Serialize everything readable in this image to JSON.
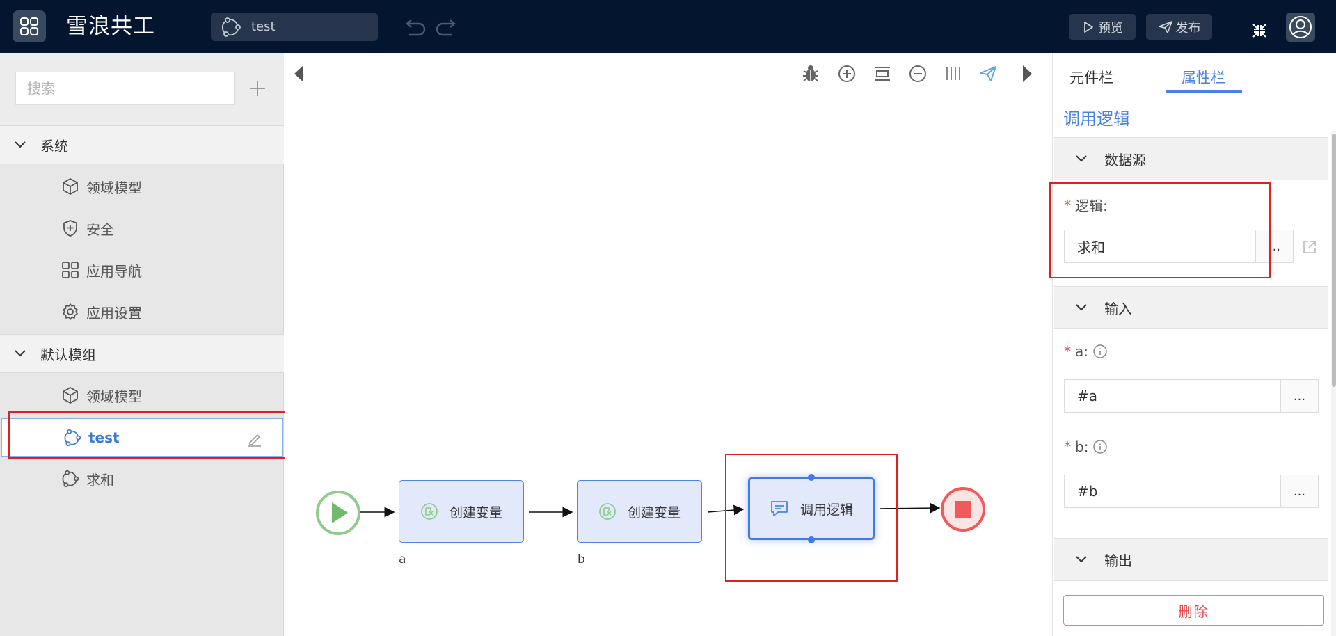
{
  "app": {
    "title": "雪浪共工",
    "doc_name": "test"
  },
  "topbar": {
    "preview_label": "预览",
    "publish_label": "发布"
  },
  "sidebar": {
    "search_placeholder": "搜索",
    "groups": [
      {
        "label": "系统",
        "items": [
          {
            "label": "领域模型",
            "icon": "cube-icon"
          },
          {
            "label": "安全",
            "icon": "shield-plus-icon"
          },
          {
            "label": "应用导航",
            "icon": "grid-icon"
          },
          {
            "label": "应用设置",
            "icon": "gear-icon"
          }
        ]
      },
      {
        "label": "默认模组",
        "items": [
          {
            "label": "领域模型",
            "icon": "cube-icon"
          },
          {
            "label": "test",
            "icon": "flow-icon",
            "active": true
          },
          {
            "label": "求和",
            "icon": "flow-icon"
          }
        ]
      }
    ]
  },
  "canvas": {
    "nodes": [
      {
        "label": "创建变量",
        "sub": "a"
      },
      {
        "label": "创建变量",
        "sub": "b"
      },
      {
        "label": "调用逻辑",
        "selected": true
      }
    ]
  },
  "panel": {
    "tabs": [
      "元件栏",
      "属性栏"
    ],
    "active_tab": "属性栏",
    "title": "调用逻辑",
    "sections": {
      "datasource": {
        "label": "数据源",
        "field_label": "逻辑:",
        "field_value": "求和",
        "more": "..."
      },
      "input": {
        "label": "输入",
        "fields": [
          {
            "label": "a:",
            "value": "#a",
            "more": "..."
          },
          {
            "label": "b:",
            "value": "#b",
            "more": "..."
          }
        ]
      },
      "output": {
        "label": "输出"
      }
    },
    "delete_label": "删除"
  },
  "colors": {
    "topbar": "#03152f",
    "accent": "#4a80e6",
    "highlight": "#e02020",
    "start": "#8fcb8a",
    "end": "#f05a5a"
  }
}
